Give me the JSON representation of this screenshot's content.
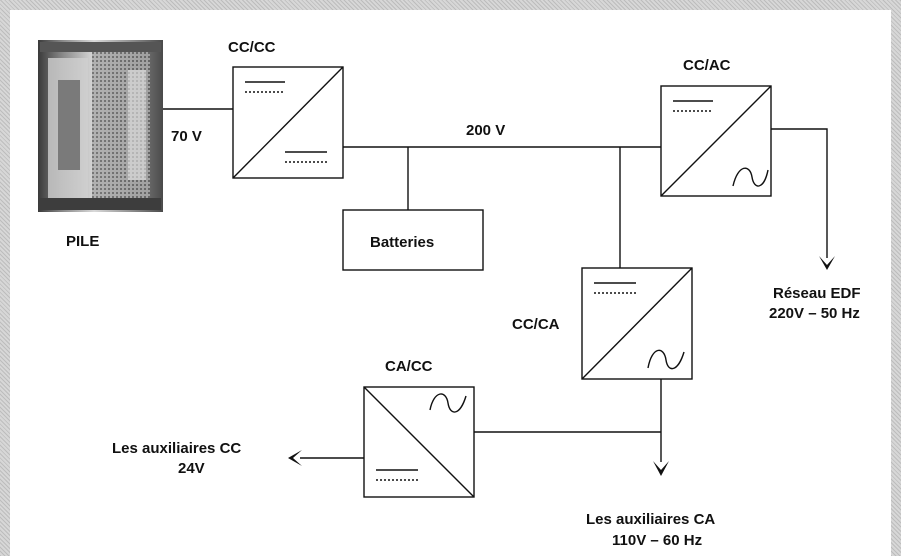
{
  "labels": {
    "pile": "PILE",
    "conv_cc_cc": "CC/CC",
    "conv_cc_ac": "CC/AC",
    "conv_cc_ca": "CC/CA",
    "conv_ca_cc": "CA/CC",
    "batteries": "Batteries",
    "voltage_70": "70 V",
    "voltage_200": "200 V",
    "reseau_line1": "Réseau EDF",
    "reseau_line2": "220V – 50 Hz",
    "aux_cc_line1": "Les auxiliaires CC",
    "aux_cc_line2": "24V",
    "aux_ca_line1": "Les auxiliaires CA",
    "aux_ca_line2": "110V – 60 Hz"
  },
  "colors": {
    "line": "#111111",
    "border_pattern": "#bdbdbd",
    "background": "#ffffff"
  }
}
